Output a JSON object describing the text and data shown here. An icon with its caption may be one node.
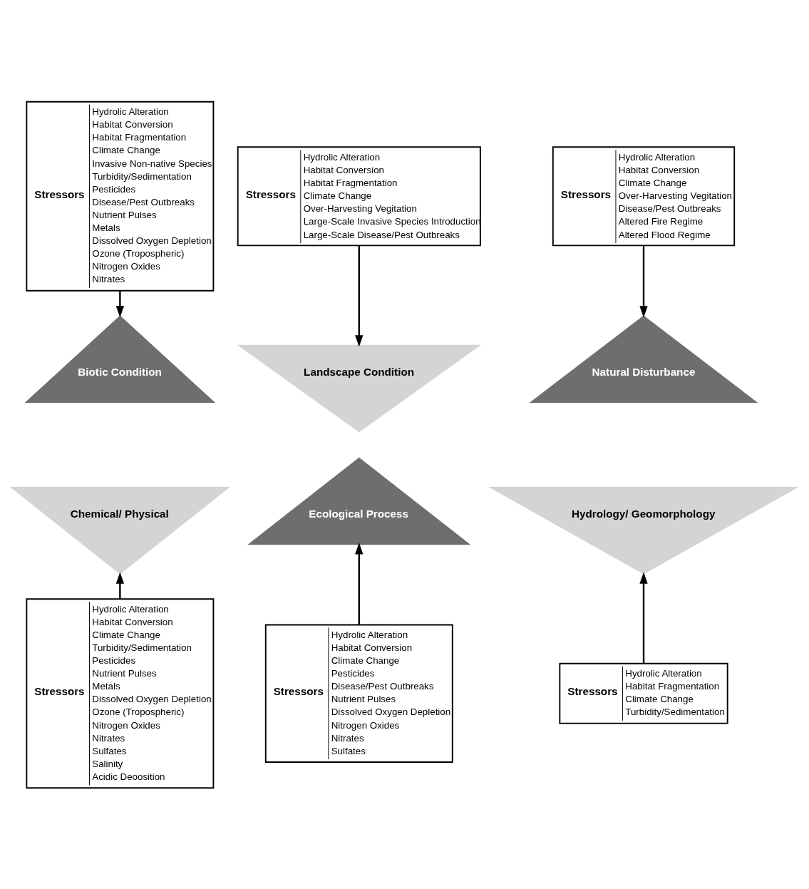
{
  "diagram": {
    "nodes": [
      {
        "text": [
          "Stressors",
          "Hydrolic Alteration",
          "Habitat Conversion",
          "Habitat Fragmentation",
          "Climate Change",
          "Invasive Non-native Species",
          "Turbidity/Sedimentation",
          "Pesticides",
          "Disease/Pest Outbreaks",
          "Nutrient Pulses",
          "Metals",
          "Dissolved Oxygen Depletion",
          "Ozone (Tropospheric)",
          "Nitrogen Oxides",
          "Nitrates"
        ]
      },
      {
        "text": [
          "Stressors",
          "Hydrolic Alteration",
          "Habitat Conversion",
          "Habitat Fragmentation",
          "Climate Change",
          "Over-Harvesting Vegitation",
          "Large-Scale Invasive Species Introduction",
          "Large-Scale Disease/Pest Outbreaks"
        ]
      },
      {
        "text": [
          "Stressors",
          "Hydrolic Alteration",
          "Habitat Conversion",
          "Climate Change",
          "Over-Harvesting Vegitation",
          "Disease/Pest Outbreaks",
          "Altered Fire Regime",
          "Altered Flood Regime"
        ]
      },
      {
        "text": [
          "Landscape Condition"
        ]
      },
      {
        "text": [
          "Biotic Condition"
        ]
      },
      {
        "text": [
          "Natural Disturbance"
        ]
      },
      {
        "text": [
          "Chemical/ Physical"
        ]
      },
      {
        "text": [
          "Hydrology/ Geomorphology"
        ]
      },
      {
        "text": [
          "Ecological Process"
        ]
      },
      {
        "text": [
          "Stressors",
          "Hydrolic Alteration",
          "Habitat Conversion",
          "Climate Change",
          "Turbidity/Sedimentation",
          "Pesticides",
          "Nutrient Pulses",
          "Metals",
          "Dissolved Oxygen Depletion",
          "Ozone (Tropospheric)",
          "Nitrogen Oxides",
          "Nitrates",
          "Sulfates",
          "Salinity",
          "Acidic Deoosition"
        ]
      },
      {
        "text": [
          "Stressors",
          "Hydrolic Alteration",
          "Habitat Fragmentation",
          "Climate Change",
          "Turbidity/Sedimentation"
        ]
      },
      {
        "text": [
          "Stressors",
          "Hydrolic Alteration",
          "Habitat Conversion",
          "Climate Change",
          "Pesticides",
          "Disease/Pest Outbreaks",
          "Nutrient Pulses",
          "Dissolved Oxygen Depletion",
          "Nitrogen Oxides",
          "Nitrates",
          "Sulfates"
        ]
      }
    ],
    "edges": [
      {
        "from": 0,
        "to": 4,
        "arrow": "to"
      },
      {
        "from": 1,
        "to": 3,
        "arrow": "to"
      },
      {
        "from": 2,
        "to": 5,
        "arrow": "to"
      },
      {
        "from": 9,
        "to": 6,
        "arrow": "to"
      },
      {
        "from": 10,
        "to": 7,
        "arrow": "to"
      },
      {
        "from": 11,
        "to": 8,
        "arrow": "to"
      }
    ]
  }
}
